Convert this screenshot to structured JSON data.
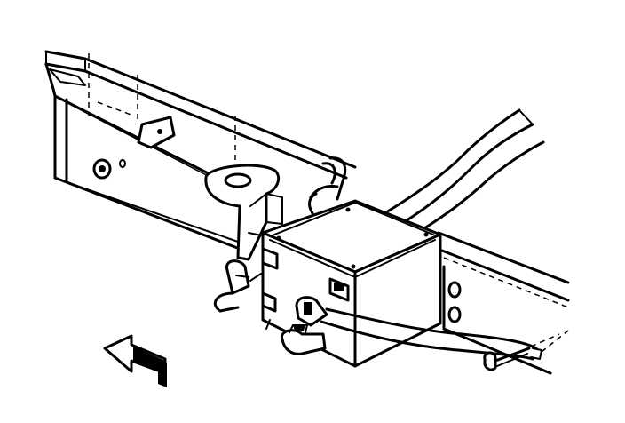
{
  "diagram": {
    "components": [
      "frame-rail",
      "mounting-bracket",
      "control-module",
      "wiring-harness",
      "electrical-connector",
      "mounting-bolt",
      "exhaust-pipe",
      "direction-arrow"
    ],
    "colors": {
      "ink": "#000000",
      "paper": "#ffffff"
    }
  }
}
